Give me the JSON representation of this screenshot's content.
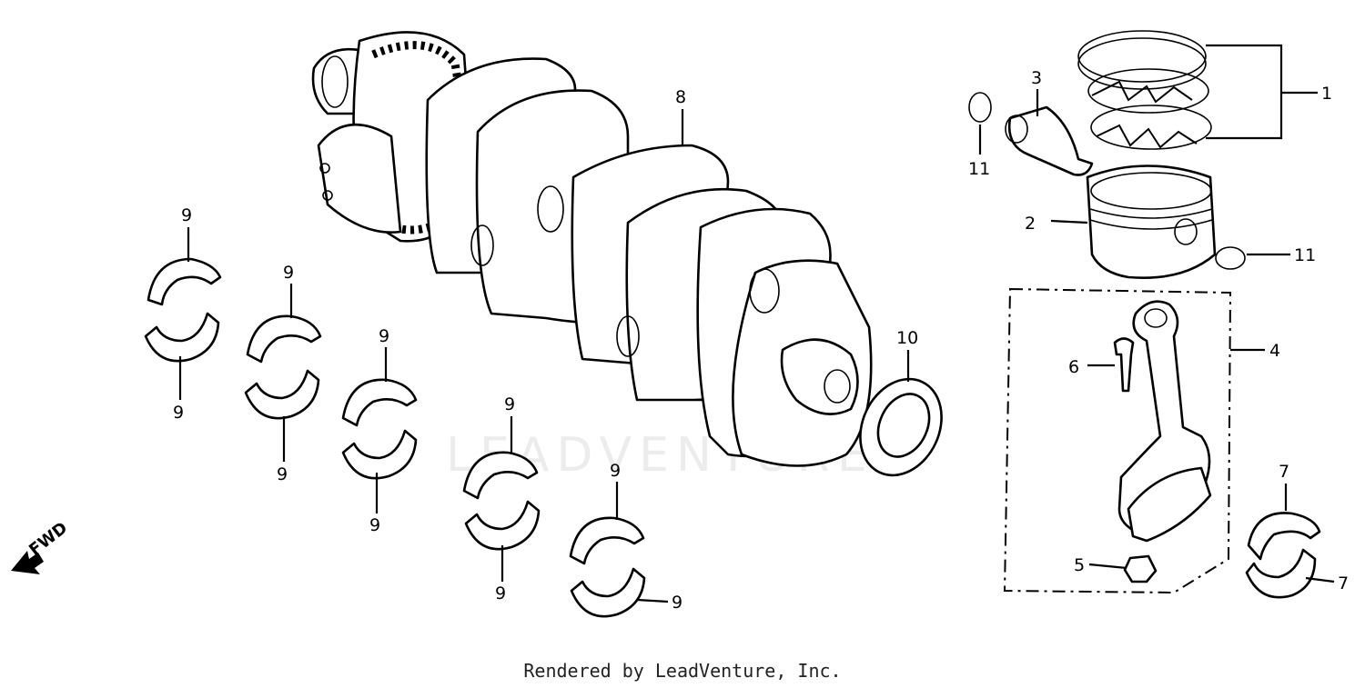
{
  "diagram": {
    "callouts": {
      "c1": "1",
      "c2": "2",
      "c3": "3",
      "c4": "4",
      "c5": "5",
      "c6": "6",
      "c7a": "7",
      "c7b": "7",
      "c8": "8",
      "c9": "9",
      "c10": "10",
      "c11a": "11",
      "c11b": "11"
    },
    "fwd_label": "FWD",
    "watermark": "LEADVENTURE"
  },
  "footer": {
    "text": "Rendered by LeadVenture, Inc."
  }
}
